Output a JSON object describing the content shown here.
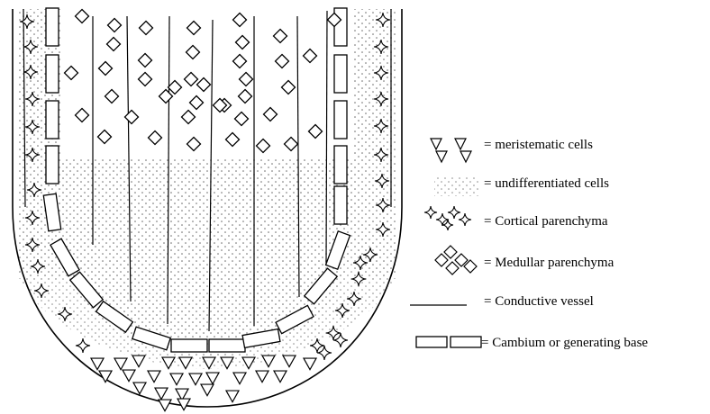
{
  "legend": {
    "meristematic": "= meristematic cells",
    "undifferentiated": "= undifferentiated cells",
    "cortical": "= Cortical parenchyma",
    "medullar": "= Medullar parenchyma",
    "vessel": "= Conductive vessel",
    "cambium": "= Cambium or generating base"
  },
  "colors": {
    "stroke": "#000000",
    "background": "#ffffff",
    "dots": "#888888"
  },
  "icons": {
    "meristematic": "triangle-down-icon",
    "undifferentiated": "dot-texture-icon",
    "cortical": "four-point-star-icon",
    "medullar": "diamond-icon",
    "vessel": "line-icon",
    "cambium": "rectangle-icon"
  }
}
